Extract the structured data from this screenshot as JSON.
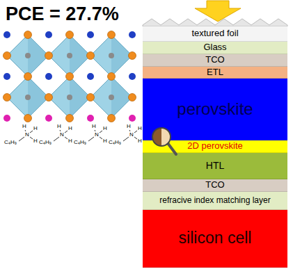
{
  "diagram": {
    "title": "PCE = 27.7%",
    "nodes": [
      {
        "text": [
          "textured foil"
        ]
      },
      {
        "text": [
          "Glass"
        ]
      },
      {
        "text": [
          "TCO"
        ]
      },
      {
        "text": [
          "ETL"
        ]
      },
      {
        "text": [
          "perovskite"
        ]
      },
      {
        "text": [
          "2D perovskite"
        ]
      },
      {
        "text": [
          "HTL"
        ]
      },
      {
        "text": [
          "TCO"
        ]
      },
      {
        "text": [
          "refracive index matching layer"
        ]
      },
      {
        "text": [
          "silicon cell"
        ]
      }
    ],
    "labels": [
      "C₄H₉",
      "N",
      "H",
      "H",
      "H",
      "C₄H₉",
      "N",
      "H",
      "H",
      "H",
      "C₄H₉",
      "N",
      "H",
      "H",
      "H",
      "C₄H₉",
      "N",
      "H",
      "H",
      "H"
    ]
  }
}
